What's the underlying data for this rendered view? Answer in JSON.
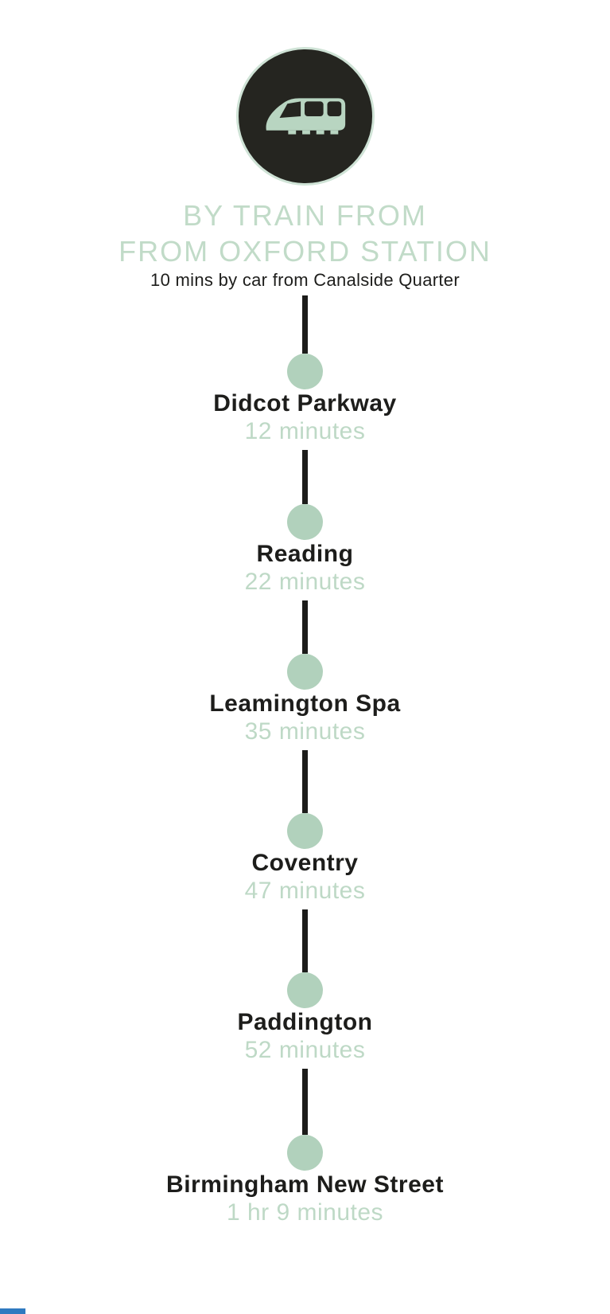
{
  "header": {
    "icon": "train-icon",
    "title_line1": "BY TRAIN FROM",
    "title_line2": "FROM OXFORD STATION",
    "subtitle": "10 mins by car from Canalside Quarter"
  },
  "stations": [
    {
      "name": "Didcot Parkway",
      "duration": "12 minutes"
    },
    {
      "name": "Reading",
      "duration": "22 minutes"
    },
    {
      "name": "Leamington Spa",
      "duration": "35 minutes"
    },
    {
      "name": "Coventry",
      "duration": "47 minutes"
    },
    {
      "name": "Paddington",
      "duration": "52 minutes"
    },
    {
      "name": "Birmingham New Street",
      "duration": "1 hr 9 minutes"
    }
  ],
  "colors": {
    "mint_text": "#c1dbc8",
    "mint_duration": "#bed9c6",
    "mint_dot": "#b1d1bc",
    "mint_icon_glyph": "#b8d5c1",
    "badge_dark": "#252520",
    "badge_ring": "#cfe3d6",
    "black_text": "#1d1d1b",
    "connector_line": "#1c1c1a",
    "fragment_blue": "#2f7ac0"
  }
}
